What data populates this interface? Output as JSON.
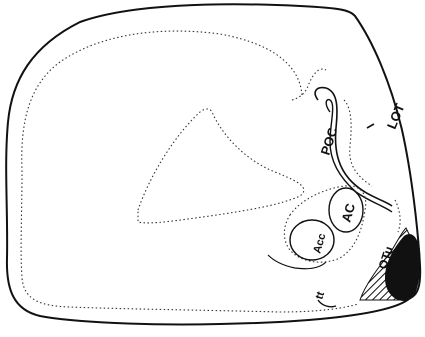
{
  "labels": {
    "poc": "POC",
    "lot": "LOT",
    "ac": "AC",
    "acc": "Acc",
    "otu": "OTu",
    "tt": "tt"
  },
  "colors": {
    "ink": "#111111",
    "background": "#ffffff"
  }
}
